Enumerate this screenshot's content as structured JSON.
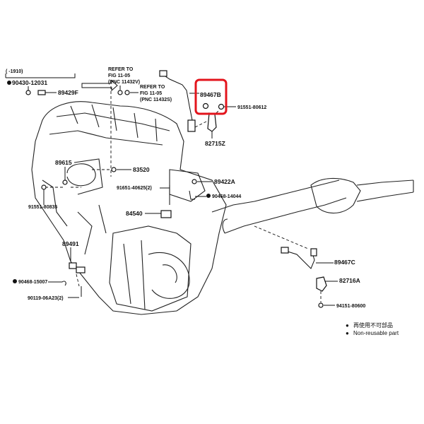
{
  "diagram": {
    "date_range": "(      -1910)",
    "highlight_color": "#e3141c",
    "labels": {
      "p90430_12031": "90430-12031",
      "p89429F": "89429F",
      "p89467B": "89467B",
      "p91551_80612": "91551-80612",
      "p82715Z": "82715Z",
      "p89615": "89615",
      "p83520": "83520",
      "p91651_40625": "91651-40625(2)",
      "p89422A": "89422A",
      "p90468_14044": "90468-14044",
      "p91551_80835": "91551-80835",
      "p84540": "84540",
      "p89491": "89491",
      "p90468_15007": "90468-15007",
      "p90119_06A23": "90119-06A23(2)",
      "p89467C": "89467C",
      "p82716A": "82716A",
      "p94151_80600": "94151-80600"
    },
    "refs": [
      {
        "line1": "REFER TO",
        "line2": "FIG 11-05",
        "line3": "(PNC 11432V)"
      },
      {
        "line1": "REFER TO",
        "line2": "FIG 11-05",
        "line3": "(PNC 11432S)"
      }
    ],
    "legend": {
      "bullet": "●",
      "jp": "再使用不可部品",
      "en": "Non-reusable part"
    }
  }
}
